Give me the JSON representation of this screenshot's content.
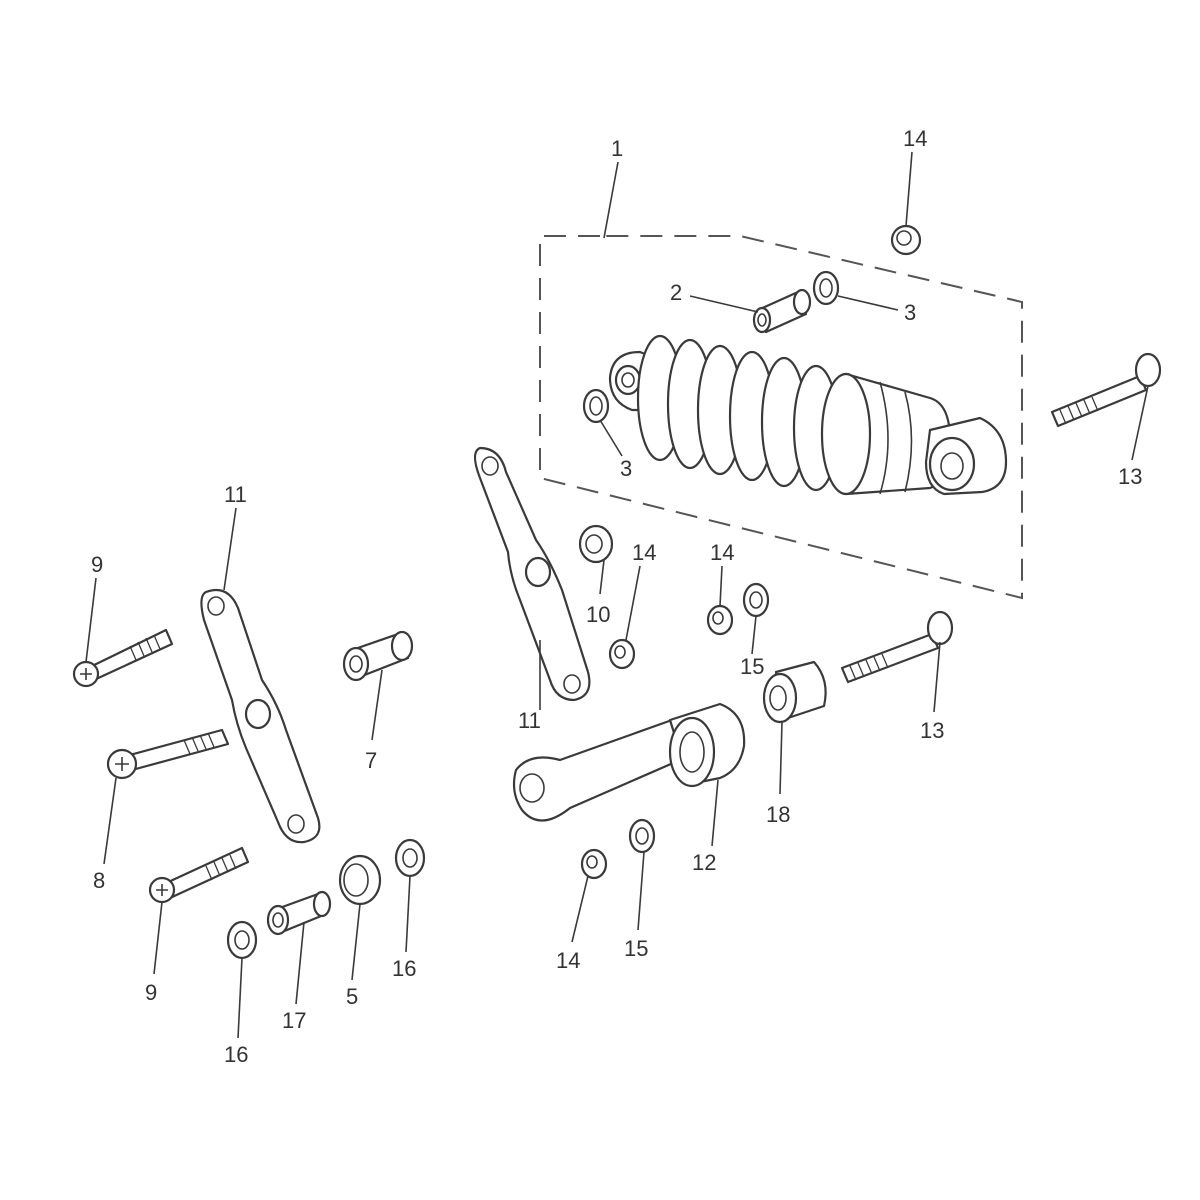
{
  "callouts": [
    {
      "id": "c1",
      "label": "1"
    },
    {
      "id": "c14a",
      "label": "14"
    },
    {
      "id": "c2",
      "label": "2"
    },
    {
      "id": "c3a",
      "label": "3"
    },
    {
      "id": "c3b",
      "label": "3"
    },
    {
      "id": "c13a",
      "label": "13"
    },
    {
      "id": "c11a",
      "label": "11"
    },
    {
      "id": "c9a",
      "label": "9"
    },
    {
      "id": "c10",
      "label": "10"
    },
    {
      "id": "c14b",
      "label": "14"
    },
    {
      "id": "c14c",
      "label": "14"
    },
    {
      "id": "c15a",
      "label": "15"
    },
    {
      "id": "c7",
      "label": "7"
    },
    {
      "id": "c11b",
      "label": "11"
    },
    {
      "id": "c13b",
      "label": "13"
    },
    {
      "id": "c8",
      "label": "8"
    },
    {
      "id": "c18",
      "label": "18"
    },
    {
      "id": "c12",
      "label": "12"
    },
    {
      "id": "c9b",
      "label": "9"
    },
    {
      "id": "c16a",
      "label": "16"
    },
    {
      "id": "c5",
      "label": "5"
    },
    {
      "id": "c17",
      "label": "17"
    },
    {
      "id": "c16b",
      "label": "16"
    },
    {
      "id": "c14d",
      "label": "14"
    },
    {
      "id": "c15b",
      "label": "15"
    }
  ]
}
